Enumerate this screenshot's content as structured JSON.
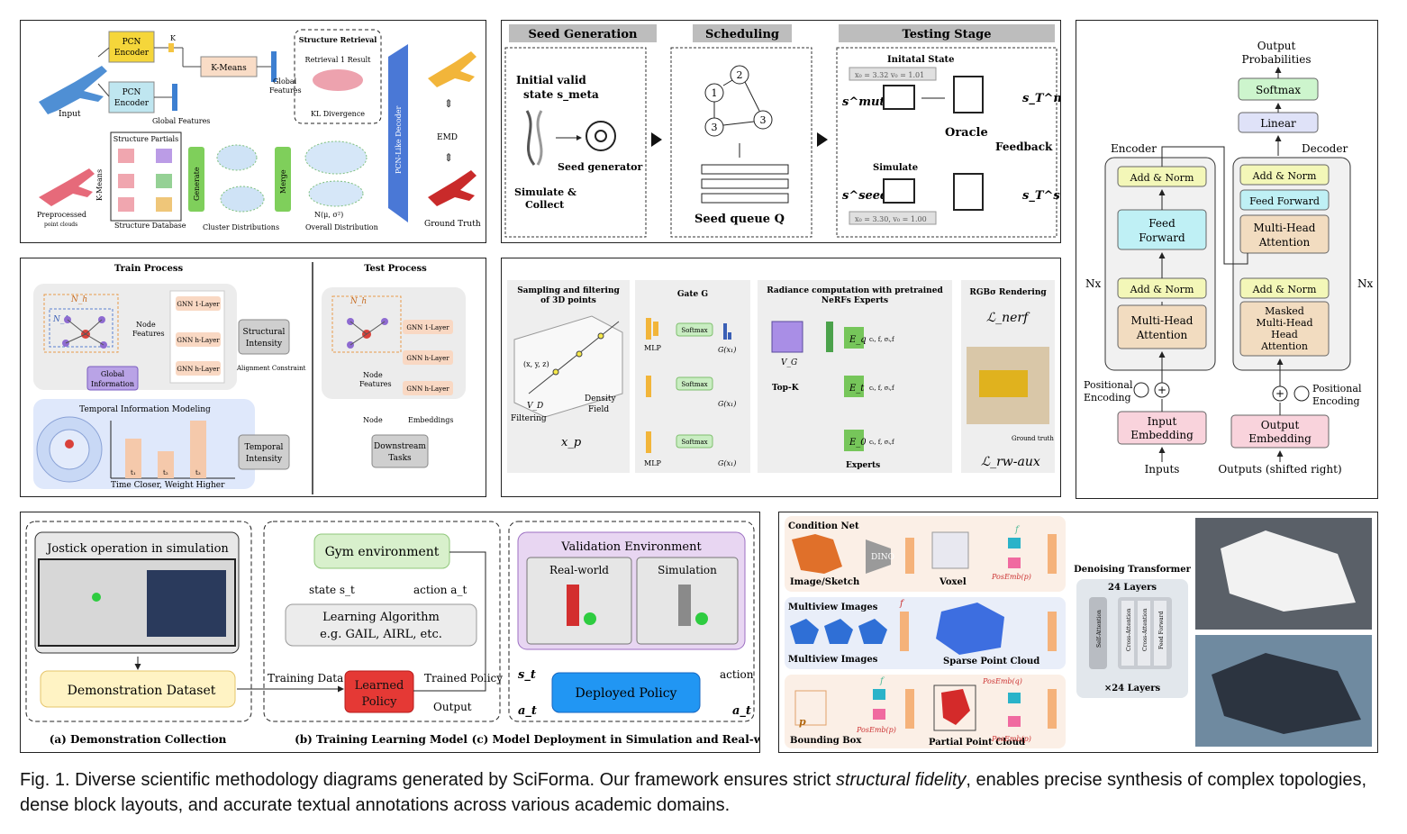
{
  "panel1": {
    "input": "Input",
    "pcn_encoder_1": "PCN",
    "pcn_encoder_2": "Encoder",
    "k": "K",
    "kmeans": "K-Means",
    "global_features_1": "Global",
    "global_features_2": "Features",
    "global_features_bottom": "Global Features",
    "structure_retrieval": "Structure Retrieval",
    "retrieval_result": "Retrieval 1 Result",
    "kl_divergence": "KL Divergence",
    "decoder": "PCN-Like Decoder",
    "emd": "EMD",
    "ground_truth": "Ground Truth",
    "structure_partials": "Structure Partials",
    "kmeans_vertical": "K-Means",
    "generate": "Generate",
    "merge": "Merge",
    "preprocessed": "Preprocessed",
    "point_clouds": "point clouds",
    "structure_database": "Structure Database",
    "cluster_distributions": "Cluster Distributions",
    "normal": "N(μ, σ²)",
    "overall_distribution": "Overall Distribution"
  },
  "panel2": {
    "seed_generation": "Seed Generation",
    "scheduling": "Scheduling",
    "testing_stage": "Testing Stage",
    "initial_valid": "Initial valid",
    "state_smeta": "state s_meta",
    "seed_generator": "Seed generator",
    "simulate_collect_1": "Simulate &",
    "simulate_collect_2": "Collect",
    "seed_queue": "Seed queue Q",
    "initial_state": "Initatal State",
    "state_values_1": "x₀ = 3.32 v₀ = 1.01",
    "s_mut": "s^mut",
    "oracle": "Oracle",
    "s_t_mut": "s_T^mut",
    "feedback": "Feedback",
    "simulate": "Simulate",
    "s_seed": "s^seed",
    "s_t_seed": "s_T^seed",
    "state_values_2": "x₀ = 3.30, v₀ = 1.00",
    "nodes": [
      "1",
      "2",
      "3",
      "3"
    ]
  },
  "panel3": {
    "output_probabilities_1": "Output",
    "output_probabilities_2": "Probabilities",
    "softmax": "Softmax",
    "linear": "Linear",
    "encoder": "Encoder",
    "decoder": "Decoder",
    "add_norm": "Add & Norm",
    "feed_forward_1": "Feed",
    "feed_forward_2": "Forward",
    "feed_forward_dec": "Feed Forward",
    "multi_head_1": "Multi-Head",
    "multi_head_2": "Attention",
    "masked_1": "Masked",
    "masked_2": "Multi-Head",
    "masked_3": "Head",
    "masked_4": "Attention",
    "nx": "Nx",
    "positional_1": "Positional",
    "positional_2": "Encoding",
    "input_embedding_1": "Input",
    "input_embedding_2": "Embedding",
    "output_embedding_1": "Output",
    "output_embedding_2": "Embedding",
    "inputs": "Inputs",
    "outputs_shifted": "Outputs (shifted right)"
  },
  "panel4": {
    "train_process": "Train Process",
    "test_process": "Test Process",
    "nh": "N_h",
    "n1": "N_1",
    "node_features_1": "Node",
    "node_features_2": "Features",
    "gnn_1": "GNN 1-Layer",
    "gnn_h": "GNN h-Layer",
    "structural_1": "Structural",
    "structural_2": "Intensity",
    "alignment": "Alignment Constraint",
    "global_info_1": "Global",
    "global_info_2": "Information",
    "temporal_modeling": "Temporal Information Modeling",
    "time_closer": "Time Closer, Weight Higher",
    "temporal_1": "Temporal",
    "temporal_2": "Intensity",
    "node": "Node",
    "embeddings": "Embeddings",
    "downstream_1": "Downstream",
    "downstream_2": "Tasks",
    "ticks": [
      "t₁",
      "t₂",
      "t₃"
    ]
  },
  "panel5": {
    "sampling_1": "Sampling and filtering",
    "sampling_2": "of 3D points",
    "gate": "Gate G",
    "radiance_1": "Radiance computation with pretrained",
    "radiance_2": "NeRFs Experts",
    "rgb_rendering": "RGBσ Rendering",
    "xyz": "(x, y, z)",
    "vd": "V_D",
    "filtering": "Filtering",
    "density_1": "Density",
    "density_2": "Field",
    "xp": "x_p",
    "mlp": "MLP",
    "softmax": "Softmax",
    "g_x1": "G(x₁)",
    "vg": "V_G",
    "topk": "Top-K",
    "eq": "E_q",
    "et": "E_t",
    "e0": "E_0",
    "outputs_label": "cᵢ, f, σᵢ,f",
    "experts": "Experts",
    "l_nerf": "ℒ_nerf",
    "ground_truth": "Ground truth",
    "l_rw": "ℒ_rw-aux"
  },
  "panel6": {
    "joystick": "Jostick operation in simulation",
    "demonstration_dataset": "Demonstration Dataset",
    "gym_env": "Gym environment",
    "state": "state s_t",
    "action": "action a_t",
    "learning_1": "Learning Algorithm",
    "learning_2": "e.g. GAIL, AIRL, etc.",
    "training_data": "Training Data",
    "learned_1": "Learned",
    "learned_2": "Policy",
    "trained_policy": "Trained Policy",
    "output": "Output",
    "validation_env": "Validation Environment",
    "real_world": "Real-world",
    "simulation": "Simulation",
    "deployed": "Deployed Policy",
    "st": "s_t",
    "at": "a_t",
    "action_right": "action",
    "at_right": "a_t",
    "caption_a": "(a) Demonstration Collection",
    "caption_b": "(b) Training Learning Model",
    "caption_c": "(c) Model Deployment in Simulation and Real-world"
  },
  "panel7": {
    "condition_net": "Condition Net",
    "image_sketch": "Image/Sketch",
    "dino": "DINO",
    "voxel": "Voxel",
    "f": "f",
    "posemb_p": "PosEmb(p)",
    "posemb_q": "PosEmb(q)",
    "multiview_top": "Multiview Images",
    "multiview_bottom": "Multiview Images",
    "sparse_point_cloud": "Sparse Point Cloud",
    "bounding_box": "Bounding Box",
    "p": "p",
    "partial_point_cloud": "Partial Point Cloud",
    "denoising_transformer": "Denoising Transformer",
    "layers_24": "24 Layers",
    "self_attention": "Self-Attention",
    "cross_attention": "Cross-Attention",
    "feed_forward": "Feed Forward",
    "x24_layers": "×24 Layers"
  },
  "caption": {
    "part1": "Fig. 1.  Diverse scientific methodology diagrams generated by SciForma. Our framework ensures strict ",
    "italic": "structural fidelity",
    "part2": ", enables precise synthesis of complex topologies, dense block layouts, and accurate textual annotations across various academic domains."
  },
  "colors": {
    "yellow_encoder": "#f5d63a",
    "cyan_encoder": "#bfe6f0",
    "green_block": "#7fcf5b",
    "blue_decoder": "#4a78d6",
    "transformer_add_norm": "#f3f7b8",
    "transformer_feed": "#bff0f5",
    "transformer_attention": "#f2dcc0",
    "transformer_softmax": "#cdf5cd",
    "transformer_linear": "#dfe2f8",
    "transformer_embedding": "#f9d3dc",
    "learned_policy": "#e53935",
    "deployed_policy": "#2196f3",
    "dataset": "#fff3c4"
  }
}
